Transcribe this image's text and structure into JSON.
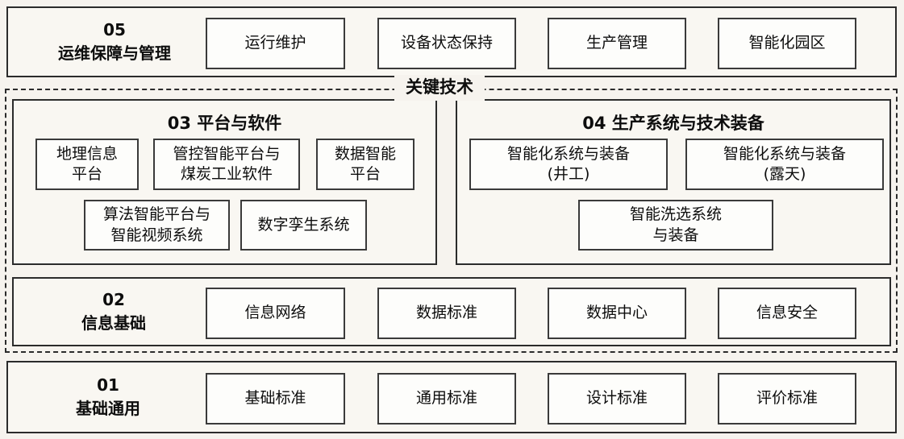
{
  "palette": {
    "page_bg": "#f6f3ee",
    "item_bg": "#fdfdfb",
    "border": "#2b2b2b",
    "text": "#0d0d0d"
  },
  "key_tech": {
    "label": "关键技术"
  },
  "layers": {
    "layer05": {
      "number": "05",
      "name": "运维保障与管理",
      "items": [
        "运行维护",
        "设备状态保持",
        "生产管理",
        "智能化园区"
      ]
    },
    "layer02": {
      "number": "02",
      "name": "信息基础",
      "items": [
        "信息网络",
        "数据标准",
        "数据中心",
        "信息安全"
      ]
    },
    "layer01": {
      "number": "01",
      "name": "基础通用",
      "items": [
        "基础标准",
        "通用标准",
        "设计标准",
        "评价标准"
      ]
    }
  },
  "sections": {
    "s03": {
      "title": "03 平台与软件",
      "items": [
        "地理信息\n平台",
        "管控智能平台与\n煤炭工业软件",
        "数据智能\n平台",
        "算法智能平台与\n智能视频系统",
        "数字孪生系统"
      ]
    },
    "s04": {
      "title": "04 生产系统与技术装备",
      "items": [
        "智能化系统与装备\n(井工)",
        "智能化系统与装备\n(露天)",
        "智能洗选系统\n与装备"
      ]
    }
  }
}
